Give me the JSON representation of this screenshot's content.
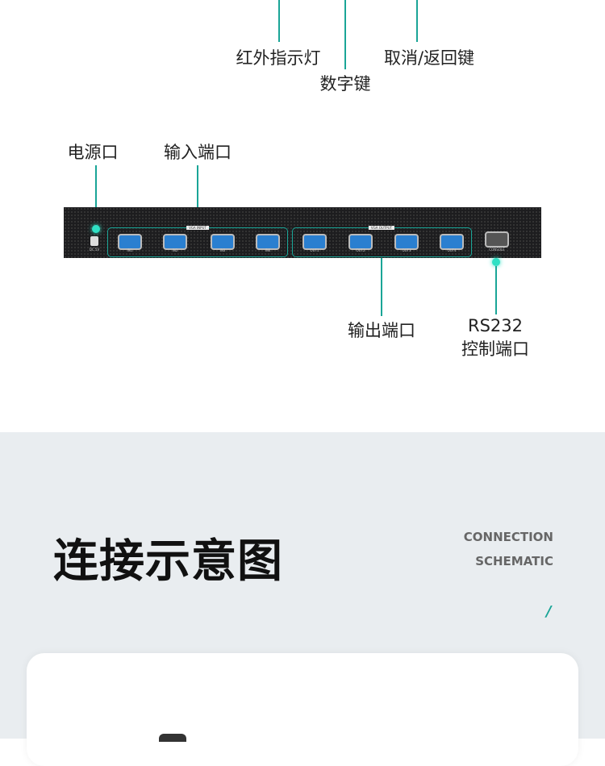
{
  "top_labels": {
    "ir": "红外指示灯",
    "digits": "数字键",
    "cancel": "取消/返回键"
  },
  "panel_labels": {
    "power": "电源口",
    "input": "输入端口",
    "output": "输出端口",
    "rs232": "RS232",
    "control": "控制端口"
  },
  "device": {
    "dc": "DC 5V",
    "in_group": "VGA INPUT",
    "out_group": "VGA OUTPUT",
    "inputs": [
      "IN1",
      "IN2",
      "IN3",
      "IN4"
    ],
    "outputs": [
      "OUT1",
      "OUT2",
      "OUT3",
      "OUT4"
    ],
    "console": "CONSOLE"
  },
  "section": {
    "title": "连接示意图",
    "en1": "CONNECTION",
    "en2": "SCHEMATIC",
    "slash": "/"
  },
  "colors": {
    "accent": "#1aa597",
    "bg": "#e9edf0"
  }
}
